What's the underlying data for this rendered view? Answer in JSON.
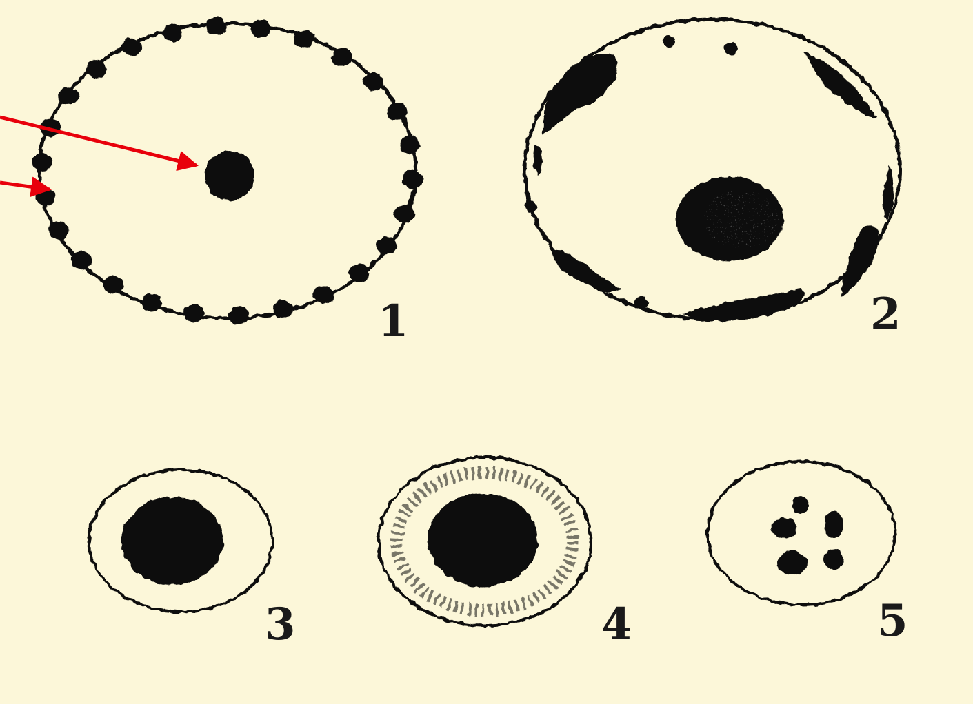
{
  "figure": {
    "background_color": "#FCF7D9",
    "ink_color": "#111111",
    "arrow_color": "#E8000B",
    "labels": [
      "1",
      "2",
      "3",
      "4",
      "5"
    ]
  }
}
